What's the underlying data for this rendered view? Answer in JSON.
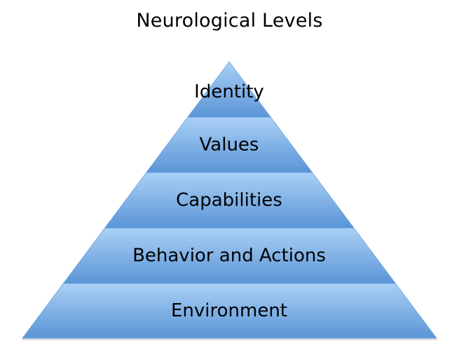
{
  "title": "Neurological Levels",
  "colors": {
    "fill_light": "#aad0f6",
    "fill_dark": "#5a95d6",
    "edge": "#6aa3df",
    "shadow": "#c4c4c4",
    "text": "#000000"
  },
  "levels": [
    {
      "label": "Identity"
    },
    {
      "label": "Values"
    },
    {
      "label": "Capabilities"
    },
    {
      "label": "Behavior and Actions"
    },
    {
      "label": "Environment"
    }
  ]
}
